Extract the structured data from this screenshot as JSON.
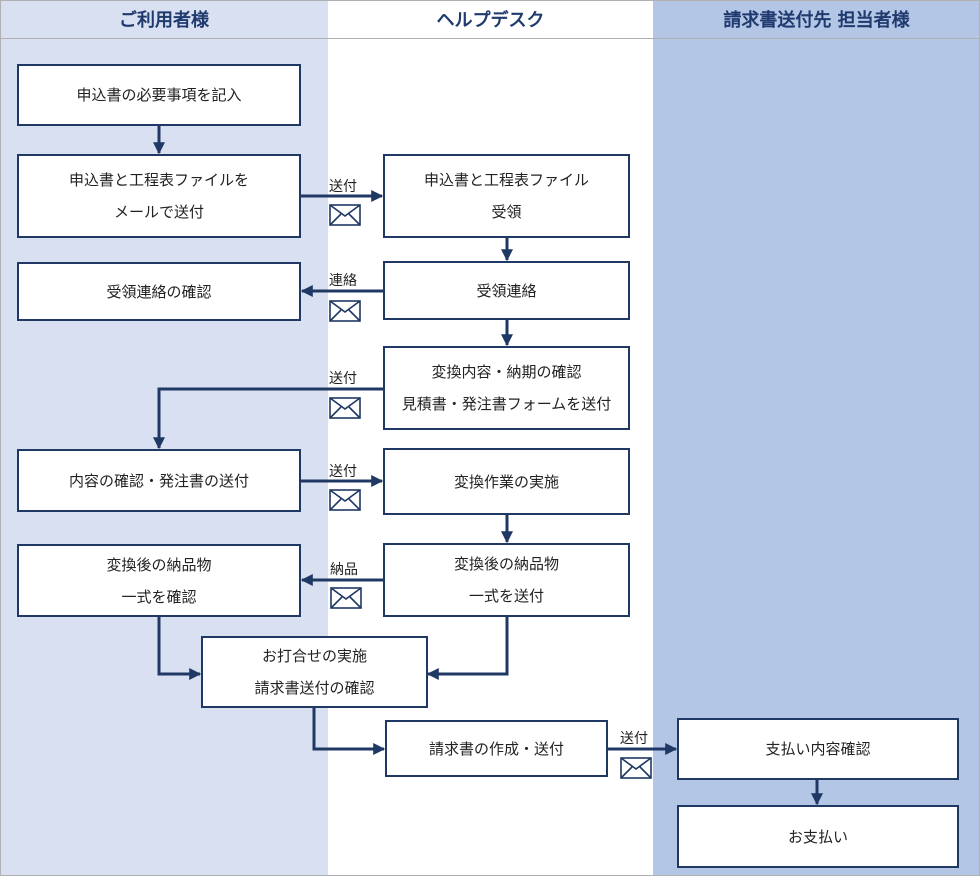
{
  "lanes": {
    "customer": "ご利用者様",
    "helpdesk": "ヘルプデスク",
    "billing": "請求書送付先 担当者様"
  },
  "boxes": {
    "c1": [
      "申込書の必要事項を記入"
    ],
    "c2": [
      "申込書と工程表ファイルを",
      "メールで送付"
    ],
    "c3": [
      "受領連絡の確認"
    ],
    "c4": [
      "内容の確認・発注書の送付"
    ],
    "c5": [
      "変換後の納品物",
      "一式を確認"
    ],
    "m1": [
      "お打合せの実施",
      "請求書送付の確認"
    ],
    "h1": [
      "申込書と工程表ファイル",
      "受領"
    ],
    "h2": [
      "受領連絡"
    ],
    "h3": [
      "変換内容・納期の確認",
      "見積書・発注書フォームを送付"
    ],
    "h4": [
      "変換作業の実施"
    ],
    "h5": [
      "変換後の納品物",
      "一式を送付"
    ],
    "h6": [
      "請求書の作成・送付"
    ],
    "b1": [
      "支払い内容確認"
    ],
    "b2": [
      "お支払い"
    ]
  },
  "labels": {
    "send1": "送付",
    "contact": "連絡",
    "send2": "送付",
    "send3": "送付",
    "delivery": "納品",
    "send4": "送付"
  },
  "colors": {
    "line": "#1f3864",
    "lane_customer": "#d9e0f1",
    "lane_billing": "#b4c6e6"
  },
  "icons": {
    "mail": "envelope-icon"
  }
}
